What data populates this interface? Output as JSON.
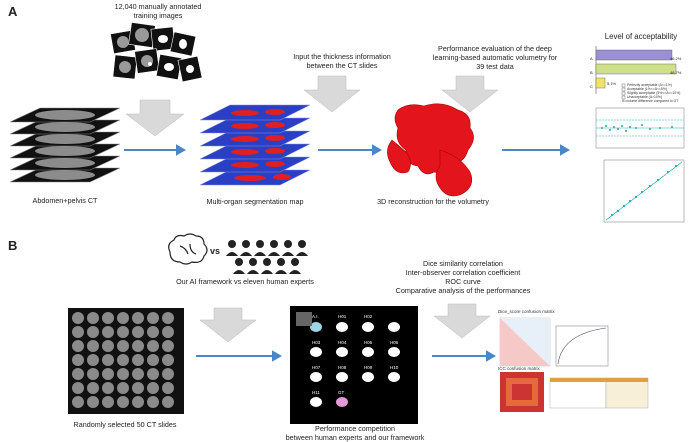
{
  "panel_a": {
    "letter": "A",
    "training_images_label": "12,040 manually annotated training images",
    "step_input_label": "Input the thickness information between the CT slides",
    "step_eval_label": "Performance evaluation of the deep learning-based automatic volumetry for 39 test data",
    "ct_caption": "Abdomen+pelvis CT",
    "seg_caption": "Multi-organ segmentation map",
    "recon_caption": "3D reconstruction for the volumetry",
    "acceptability_title": "Level of acceptability",
    "acceptability_bars": [
      {
        "label": "A",
        "value": "46.2%",
        "color": "#9b8fd8"
      },
      {
        "label": "B",
        "value": "48.7%",
        "color": "#cfe08a"
      },
      {
        "label": "C",
        "value": "5.1%",
        "color": "#f3e26a"
      }
    ],
    "legend_items": [
      "Perfectly acceptable (A<=1%)",
      "Acceptable (1%<=A<=5%)",
      "Slightly acceptable (5%<=A<=10%)",
      "Unacceptable (A>10%)"
    ],
    "legend_note": "A=volume difference compared to GT"
  },
  "panel_b": {
    "letter": "B",
    "vs_text": "vs",
    "ai_vs_caption": "Our AI framework vs eleven human experts",
    "metrics_lines": [
      "Dice similarity correlation",
      "Inter-observer correlation coefficient",
      "ROC curve",
      "Comparative analysis of the performances"
    ],
    "slides_caption": "Randomly selected 50 CT slides",
    "competition_caption_1": "Performance competition",
    "competition_caption_2": "between human experts and our framework",
    "grid_labels": [
      "A.I.",
      "H01",
      "H02",
      "H03",
      "H04",
      "H05",
      "H06",
      "H07",
      "H08",
      "H09",
      "H10",
      "H11",
      "GT"
    ],
    "dice_title": "Dice_score confusion matrix",
    "icc_title": "ICC confusion matrix"
  }
}
